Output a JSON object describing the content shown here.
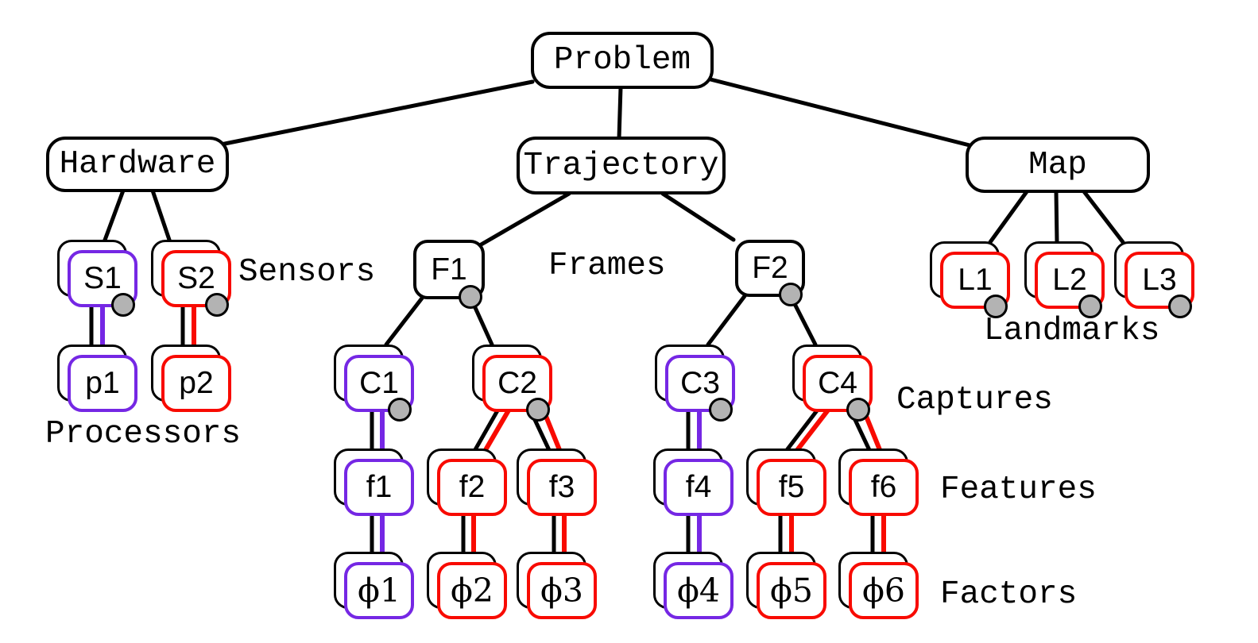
{
  "nodes": {
    "problem": {
      "label": "Problem",
      "outline": "black",
      "stacked": false,
      "marker_dot": false
    },
    "hardware": {
      "label": "Hardware",
      "outline": "black",
      "stacked": false,
      "marker_dot": false
    },
    "trajectory": {
      "label": "Trajectory",
      "outline": "black",
      "stacked": false,
      "marker_dot": false
    },
    "map": {
      "label": "Map",
      "outline": "black",
      "stacked": false,
      "marker_dot": false
    },
    "s1": {
      "label": "S1",
      "outline": "purple",
      "stacked": true,
      "marker_dot": true
    },
    "s2": {
      "label": "S2",
      "outline": "red",
      "stacked": true,
      "marker_dot": true
    },
    "p1": {
      "label": "p1",
      "outline": "purple",
      "stacked": true,
      "marker_dot": false
    },
    "p2": {
      "label": "p2",
      "outline": "red",
      "stacked": true,
      "marker_dot": false
    },
    "frame1": {
      "label": "F1",
      "outline": "black",
      "stacked": false,
      "marker_dot": true
    },
    "frame2": {
      "label": "F2",
      "outline": "black",
      "stacked": false,
      "marker_dot": true
    },
    "c1": {
      "label": "C1",
      "outline": "purple",
      "stacked": true,
      "marker_dot": true
    },
    "c2": {
      "label": "C2",
      "outline": "red",
      "stacked": true,
      "marker_dot": true
    },
    "c3": {
      "label": "C3",
      "outline": "purple",
      "stacked": true,
      "marker_dot": true
    },
    "c4": {
      "label": "C4",
      "outline": "red",
      "stacked": true,
      "marker_dot": true
    },
    "feat1": {
      "label": "f1",
      "outline": "purple",
      "stacked": true,
      "marker_dot": false
    },
    "feat2": {
      "label": "f2",
      "outline": "red",
      "stacked": true,
      "marker_dot": false
    },
    "feat3": {
      "label": "f3",
      "outline": "red",
      "stacked": true,
      "marker_dot": false
    },
    "feat4": {
      "label": "f4",
      "outline": "purple",
      "stacked": true,
      "marker_dot": false
    },
    "feat5": {
      "label": "f5",
      "outline": "red",
      "stacked": true,
      "marker_dot": false
    },
    "feat6": {
      "label": "f6",
      "outline": "red",
      "stacked": true,
      "marker_dot": false
    },
    "fac1": {
      "label": "ϕ1",
      "outline": "purple",
      "stacked": true,
      "marker_dot": false
    },
    "fac2": {
      "label": "ϕ2",
      "outline": "red",
      "stacked": true,
      "marker_dot": false
    },
    "fac3": {
      "label": "ϕ3",
      "outline": "red",
      "stacked": true,
      "marker_dot": false
    },
    "fac4": {
      "label": "ϕ4",
      "outline": "purple",
      "stacked": true,
      "marker_dot": false
    },
    "fac5": {
      "label": "ϕ5",
      "outline": "red",
      "stacked": true,
      "marker_dot": false
    },
    "fac6": {
      "label": "ϕ6",
      "outline": "red",
      "stacked": true,
      "marker_dot": false
    },
    "l1": {
      "label": "L1",
      "outline": "red",
      "stacked": true,
      "marker_dot": true
    },
    "l2": {
      "label": "L2",
      "outline": "red",
      "stacked": true,
      "marker_dot": true
    },
    "l3": {
      "label": "L3",
      "outline": "red",
      "stacked": true,
      "marker_dot": true
    }
  },
  "annotations": {
    "sensors": "Sensors",
    "frames": "Frames",
    "processors": "Processors",
    "captures": "Captures",
    "features": "Features",
    "factors": "Factors",
    "landmarks": "Landmarks"
  },
  "relations": [
    {
      "from": "Problem",
      "to": "Hardware",
      "style": "black"
    },
    {
      "from": "Problem",
      "to": "Trajectory",
      "style": "black"
    },
    {
      "from": "Problem",
      "to": "Map",
      "style": "black"
    },
    {
      "from": "Hardware",
      "to": "S1",
      "style": "black"
    },
    {
      "from": "Hardware",
      "to": "S2",
      "style": "black"
    },
    {
      "from": "Trajectory",
      "to": "F1",
      "style": "black"
    },
    {
      "from": "Trajectory",
      "to": "F2",
      "style": "black"
    },
    {
      "from": "Map",
      "to": "L1",
      "style": "black"
    },
    {
      "from": "Map",
      "to": "L2",
      "style": "black"
    },
    {
      "from": "Map",
      "to": "L3",
      "style": "black"
    },
    {
      "from": "S1",
      "to": "p1",
      "style": "black+purple"
    },
    {
      "from": "S2",
      "to": "p2",
      "style": "black+red"
    },
    {
      "from": "F1",
      "to": "C1",
      "style": "black"
    },
    {
      "from": "F1",
      "to": "C2",
      "style": "black"
    },
    {
      "from": "F2",
      "to": "C3",
      "style": "black"
    },
    {
      "from": "F2",
      "to": "C4",
      "style": "black"
    },
    {
      "from": "C1",
      "to": "f1",
      "style": "black+purple"
    },
    {
      "from": "C2",
      "to": "f2",
      "style": "black+red"
    },
    {
      "from": "C2",
      "to": "f3",
      "style": "black+red"
    },
    {
      "from": "C3",
      "to": "f4",
      "style": "black+purple"
    },
    {
      "from": "C4",
      "to": "f5",
      "style": "black+red"
    },
    {
      "from": "C4",
      "to": "f6",
      "style": "black+red"
    },
    {
      "from": "f1",
      "to": "ϕ1",
      "style": "black+purple"
    },
    {
      "from": "f2",
      "to": "ϕ2",
      "style": "black+red"
    },
    {
      "from": "f3",
      "to": "ϕ3",
      "style": "black+red"
    },
    {
      "from": "f4",
      "to": "ϕ4",
      "style": "black+purple"
    },
    {
      "from": "f5",
      "to": "ϕ5",
      "style": "black+red"
    },
    {
      "from": "f6",
      "to": "ϕ6",
      "style": "black+red"
    }
  ],
  "colors": {
    "purple": "#7527E4",
    "red": "#F80A00",
    "black": "#000000",
    "marker_gray": "#B3B3B3"
  }
}
